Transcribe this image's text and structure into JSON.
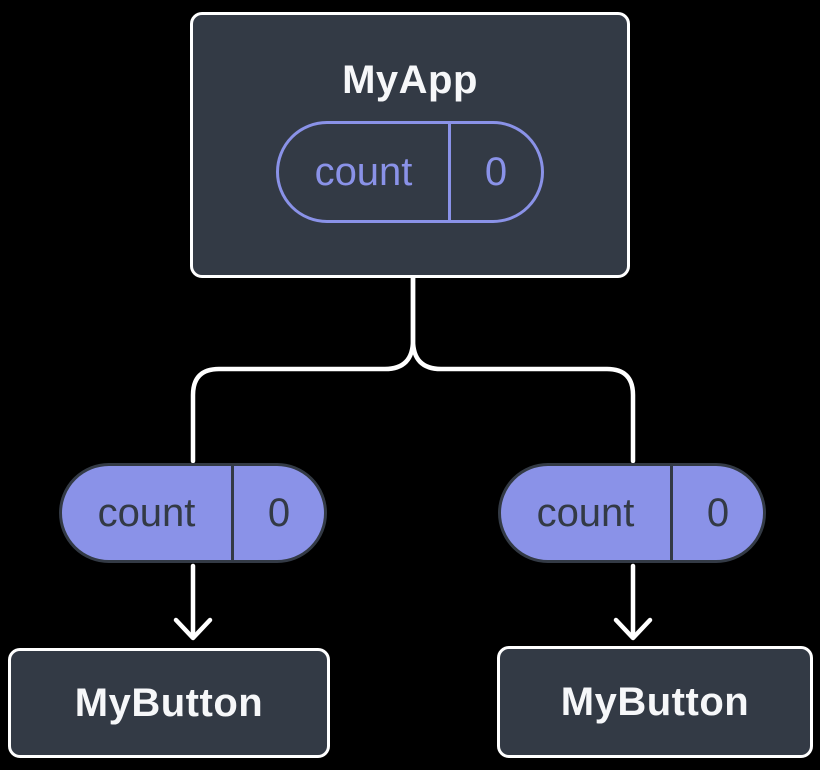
{
  "colors": {
    "background": "#000000",
    "surface": "#333A45",
    "border": "#FFFFFF",
    "text": "#F6F7F9",
    "accent": "#8A92E8"
  },
  "tree": {
    "root": {
      "title": "MyApp",
      "state": {
        "name": "count",
        "value": "0"
      }
    },
    "children": [
      {
        "title": "MyButton",
        "state": {
          "name": "count",
          "value": "0"
        }
      },
      {
        "title": "MyButton",
        "state": {
          "name": "count",
          "value": "0"
        }
      }
    ]
  }
}
